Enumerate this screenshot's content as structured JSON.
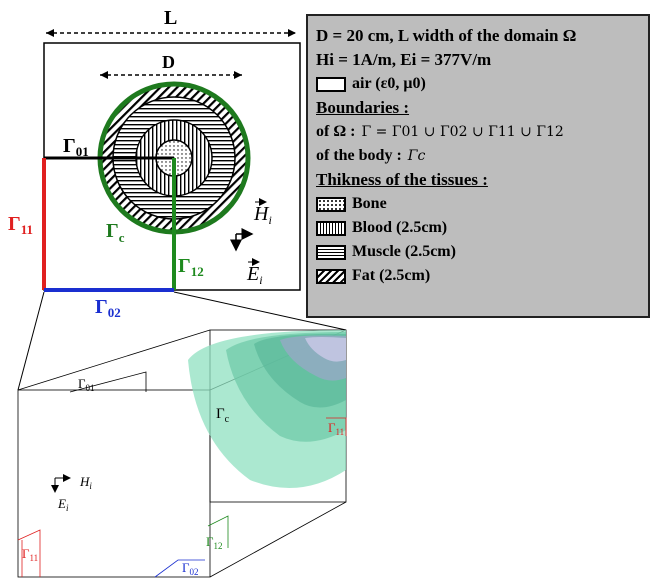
{
  "top_diagram": {
    "L_label": "L",
    "D_label": "D",
    "gamma01": "Γ",
    "gamma01_sub": "01",
    "gamma11": "Γ",
    "gamma11_sub": "11",
    "gammac": "Γ",
    "gammac_sub": "c",
    "gamma12": "Γ",
    "gamma12_sub": "12",
    "gamma02": "Γ",
    "gamma02_sub": "02",
    "H_label": "H",
    "H_sub": "i",
    "E_label": "E",
    "E_sub": "i"
  },
  "legend": {
    "line1": "D = 20 cm, L width of the domain  Ω",
    "line2": "Hi = 1A/m, Ei = 377V/m",
    "air": "air (ε0, μ0)",
    "boundaries_title": "Boundaries :",
    "omega_prefix": "of  Ω  :",
    "omega_formula": "Γ = Γ01 ∪ Γ02 ∪ Γ11 ∪ Γ12",
    "body_prefix": "of the body :",
    "body_formula": "Γc",
    "thickness_title": "Thikness of the tissues :",
    "tissues": [
      {
        "label": "Bone",
        "pattern": "dots"
      },
      {
        "label": "Blood (2.5cm)",
        "pattern": "vertical"
      },
      {
        "label": "Muscle (2.5cm)",
        "pattern": "horizontal"
      },
      {
        "label": "Fat (2.5cm)",
        "pattern": "diagonal"
      }
    ]
  },
  "bottom_diagram": {
    "gamma01": "Γ",
    "gamma01_sub": "01",
    "gammac": "Γ",
    "gammac_sub": "c",
    "gamma11_right": "Γ",
    "gamma11_right_sub": "11",
    "gamma11_left": "Γ",
    "gamma11_left_sub": "11",
    "gamma12": "Γ",
    "gamma12_sub": "12",
    "gamma02": "Γ",
    "gamma02_sub": "02",
    "H_label": "H",
    "H_sub": "i",
    "E_label": "E",
    "E_sub": "i"
  },
  "colors": {
    "gamma11": "#e02020",
    "gamma02": "#1a2fd0",
    "gammac": "#1e7a1e",
    "gamma12": "#1e8a1e",
    "body_3d": "#7fd9b8"
  }
}
